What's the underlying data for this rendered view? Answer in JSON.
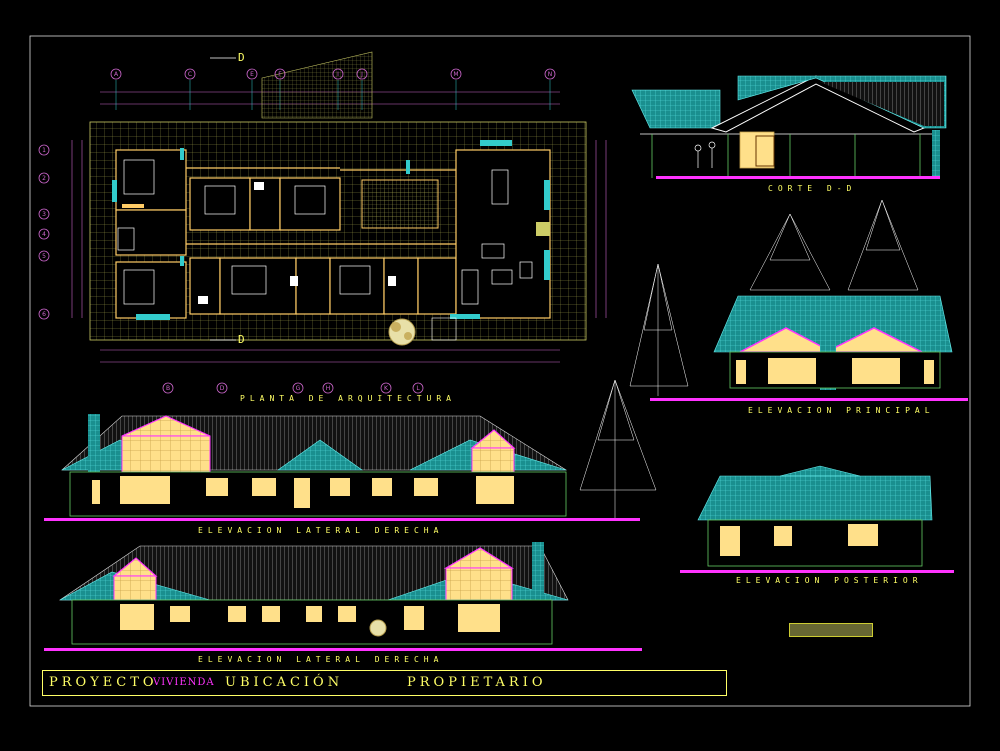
{
  "drawing": {
    "plan_title": "PLANTA DE ARQUITECTURA",
    "section_title": "CORTE D-D",
    "section_marker": "D",
    "elev_principal_title": "ELEVACION PRINCIPAL",
    "elev_right_title_1": "ELEVACION LATERAL DERECHA",
    "elev_right_title_2": "ELEVACION LATERAL DERECHA",
    "elev_rear_title": "ELEVACION POSTERIOR",
    "grid_top": [
      "A",
      "C",
      "E",
      "F",
      "I",
      "J",
      "M",
      "N"
    ],
    "grid_bottom": [
      "B",
      "D",
      "G",
      "H",
      "K",
      "L"
    ],
    "grid_left": [
      "1",
      "2",
      "3",
      "4",
      "5",
      "6"
    ]
  },
  "title_block": {
    "proyecto_label": "PROYECTO",
    "proyecto_value": "VIVIENDA",
    "ubicacion_label": "UBICACIÓN",
    "propietario_label": "PROPIETARIO"
  },
  "colors": {
    "background": "#000000",
    "text": "#ffff66",
    "roof": "#33cccc",
    "ground": "#ff33ff",
    "wall": "#ffcc66",
    "grid": "#cccc66",
    "line": "#ffffff"
  }
}
